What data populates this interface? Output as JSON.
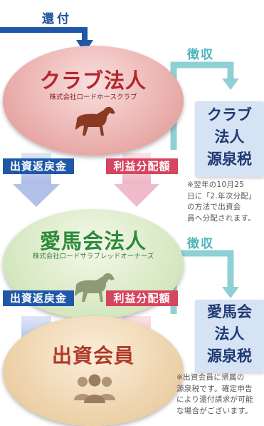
{
  "top_label": "還付",
  "club": {
    "title": "クラブ法人",
    "subtitle": "株式会社ロードホースクラブ"
  },
  "aiba": {
    "title": "愛馬会法人",
    "subtitle": "株式会社ロードサラブレッドオーナーズ"
  },
  "member": {
    "title": "出資会員"
  },
  "flow_labels": {
    "refund_1": "出資返戻金",
    "profit_1": "利益分配額",
    "refund_2": "出資返戻金",
    "profit_2": "利益分配額",
    "choshu_1": "徴収",
    "choshu_2": "徴収"
  },
  "tax_club": {
    "line1": "クラブ",
    "line2": "法人",
    "line3": "源泉税"
  },
  "tax_aiba": {
    "line1": "愛馬会",
    "line2": "法人",
    "line3": "源泉税"
  },
  "notes": {
    "club": [
      "※翌年の10月25",
      "日に「2.年次分配」",
      "の方法で出資会",
      "員へ分配されます。"
    ],
    "aiba": [
      "※出資会員に帰属の",
      "源泉税です。確定申告",
      "により還付請求が可能",
      "な場合がございます。"
    ]
  },
  "colors": {
    "blue": "#1f58a8",
    "pink": "#d64560",
    "teal": "#8fd0d4",
    "arrow_blue": "#b7c6ea",
    "arrow_pink": "#f1c4d1"
  }
}
